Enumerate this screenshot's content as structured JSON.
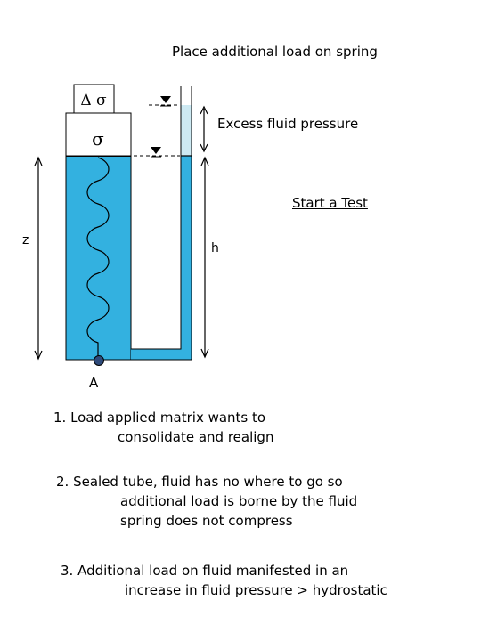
{
  "title": "Place additional load on spring",
  "excess_label": "Excess fluid pressure",
  "start_link": "Start a Test",
  "labels": {
    "z": "z",
    "h": "h",
    "a": "A"
  },
  "load_blocks": {
    "delta_sigma": "Δ σ",
    "sigma": "σ"
  },
  "notes": [
    {
      "line1": "1. Load applied matrix wants to",
      "line2": "consolidate and realign"
    },
    {
      "line1": "2. Sealed tube, fluid has no where to go so",
      "line2": "additional load is borne by the fluid",
      "line3": "spring does not compress"
    },
    {
      "line1": "3. Additional load on fluid manifested in an",
      "line2": "increase in fluid pressure > hydrostatic"
    }
  ],
  "colors": {
    "fluid": "#33B1E0",
    "excess_fluid": "#CDE9F2",
    "outline": "#000000",
    "point": "#2E4A7A"
  }
}
